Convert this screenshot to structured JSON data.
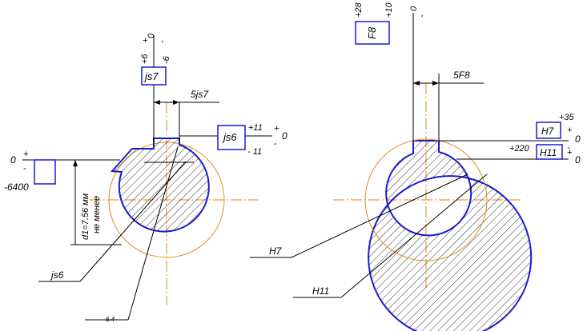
{
  "left_view": {
    "fit_js7": "js7",
    "dev_js7_upper": "+6",
    "dev_js7_lower": "-6",
    "zero_js7_plus": "+",
    "zero_js7_zero": "0",
    "zero_js7_minus": "-",
    "width_dim": "5js7",
    "fit_js6": "js6",
    "dev_js6_upper": "+11",
    "dev_js6_lower": "- 11",
    "zero_js6_plus": "+",
    "zero_js6_zero": "0",
    "zero_js6_minus": "-",
    "left_zero": "0",
    "left_plus": "+",
    "left_minus": "-",
    "left_dev": "-6400",
    "depth_note": "d1=7.56 мм",
    "depth_note2": "не менее",
    "label_js6": "js6",
    "label_64": "6.4"
  },
  "right_view": {
    "fit_f8": "F8",
    "dev_f8_upper": "+28",
    "dev_f8_lower": "+10",
    "zero_f8_zero": "0",
    "zero_f8_minus": "-",
    "width_dim": "5F8",
    "fit_h7": "H7",
    "dev_h7": "+35",
    "zero_h7_plus": "+",
    "zero_h7_zero": "0",
    "zero_h7_minus": "-",
    "fit_h11": "H11",
    "dev_h11": "+220",
    "zero_h11_plus": "+",
    "zero_h11_zero": "0",
    "label_h7": "H7",
    "label_h11": "H11"
  },
  "colors": {
    "outline": "#1a1ad0",
    "centerline": "#e08a1a",
    "ink": "#000000"
  }
}
